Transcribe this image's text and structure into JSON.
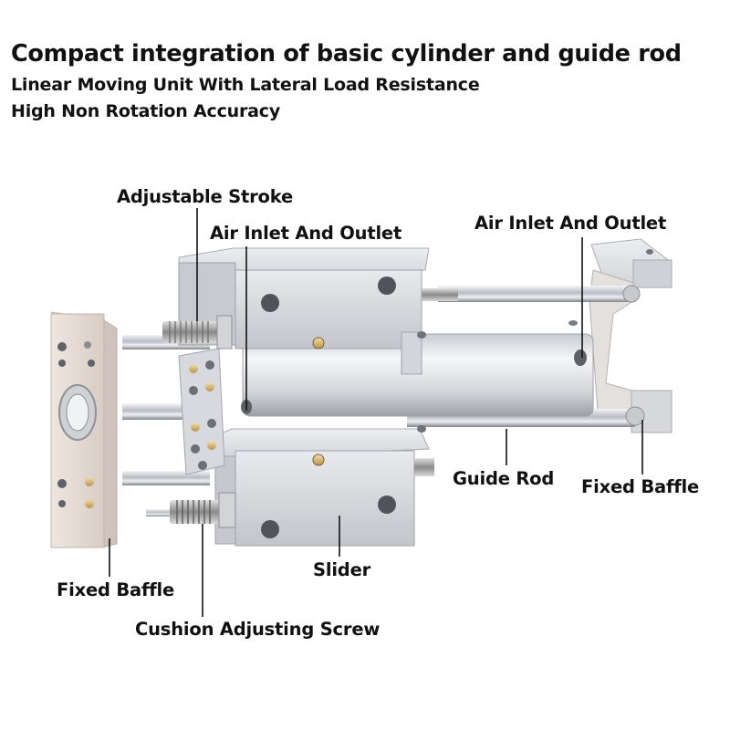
{
  "header": {
    "title": "Compact integration of basic cylinder and guide rod",
    "subtitle_1": "Linear Moving Unit With Lateral Load Resistance",
    "subtitle_2": "High Non Rotation Accuracy"
  },
  "labels": {
    "adjustable_stroke": "Adjustable Stroke",
    "air_inlet_left": "Air Inlet And Outlet",
    "air_inlet_right": "Air Inlet And Outlet",
    "guide_rod": "Guide Rod",
    "fixed_baffle_right": "Fixed Baffle",
    "slider": "Slider",
    "fixed_baffle_left": "Fixed Baffle",
    "cushion_screw": "Cushion Adjusting Screw"
  },
  "colors": {
    "aluminum": "#d9dade",
    "aluminum_dark": "#a9abb1",
    "plate": "#e6dcd6",
    "leader": "#111111"
  }
}
